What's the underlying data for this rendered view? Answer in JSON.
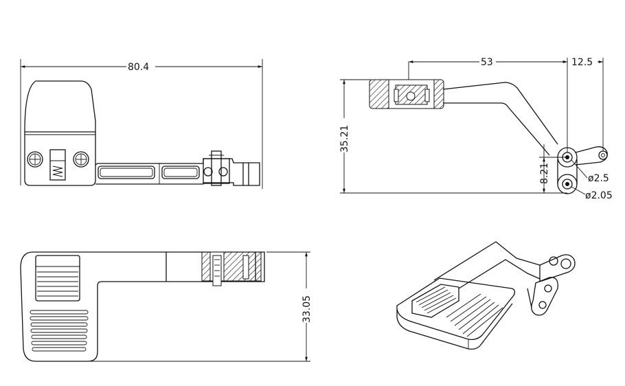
{
  "dimensions": {
    "front_length": "80.4",
    "side_horizontal": "53",
    "side_offset": "12.5",
    "side_height": "35.21",
    "pivot_spacing": "8.21",
    "pin_dia_large": "ø2.5",
    "pin_dia_small": "ø2.05",
    "top_height": "33.05"
  }
}
